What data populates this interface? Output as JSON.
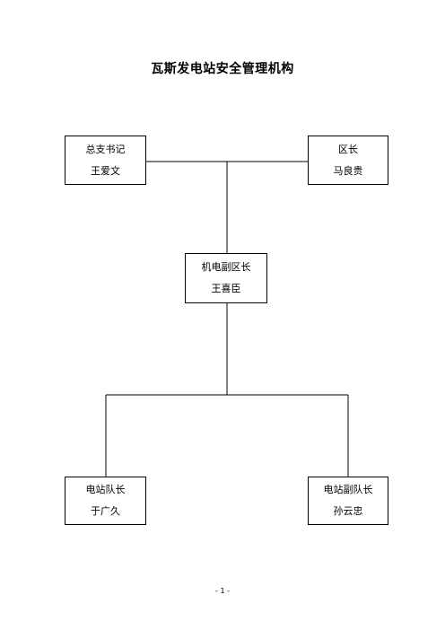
{
  "title": "瓦斯发电站安全管理机构",
  "nodes": {
    "secretary": {
      "role": "总支书记",
      "name": "王爱文"
    },
    "district_head": {
      "role": "区长",
      "name": "马良贵"
    },
    "mech_deputy": {
      "role": "机电副区长",
      "name": "王喜臣"
    },
    "station_leader": {
      "role": "电站队长",
      "name": "于广久"
    },
    "station_deputy": {
      "role": "电站副队长",
      "name": "孙云忠"
    }
  },
  "page_number": "- 1 -"
}
